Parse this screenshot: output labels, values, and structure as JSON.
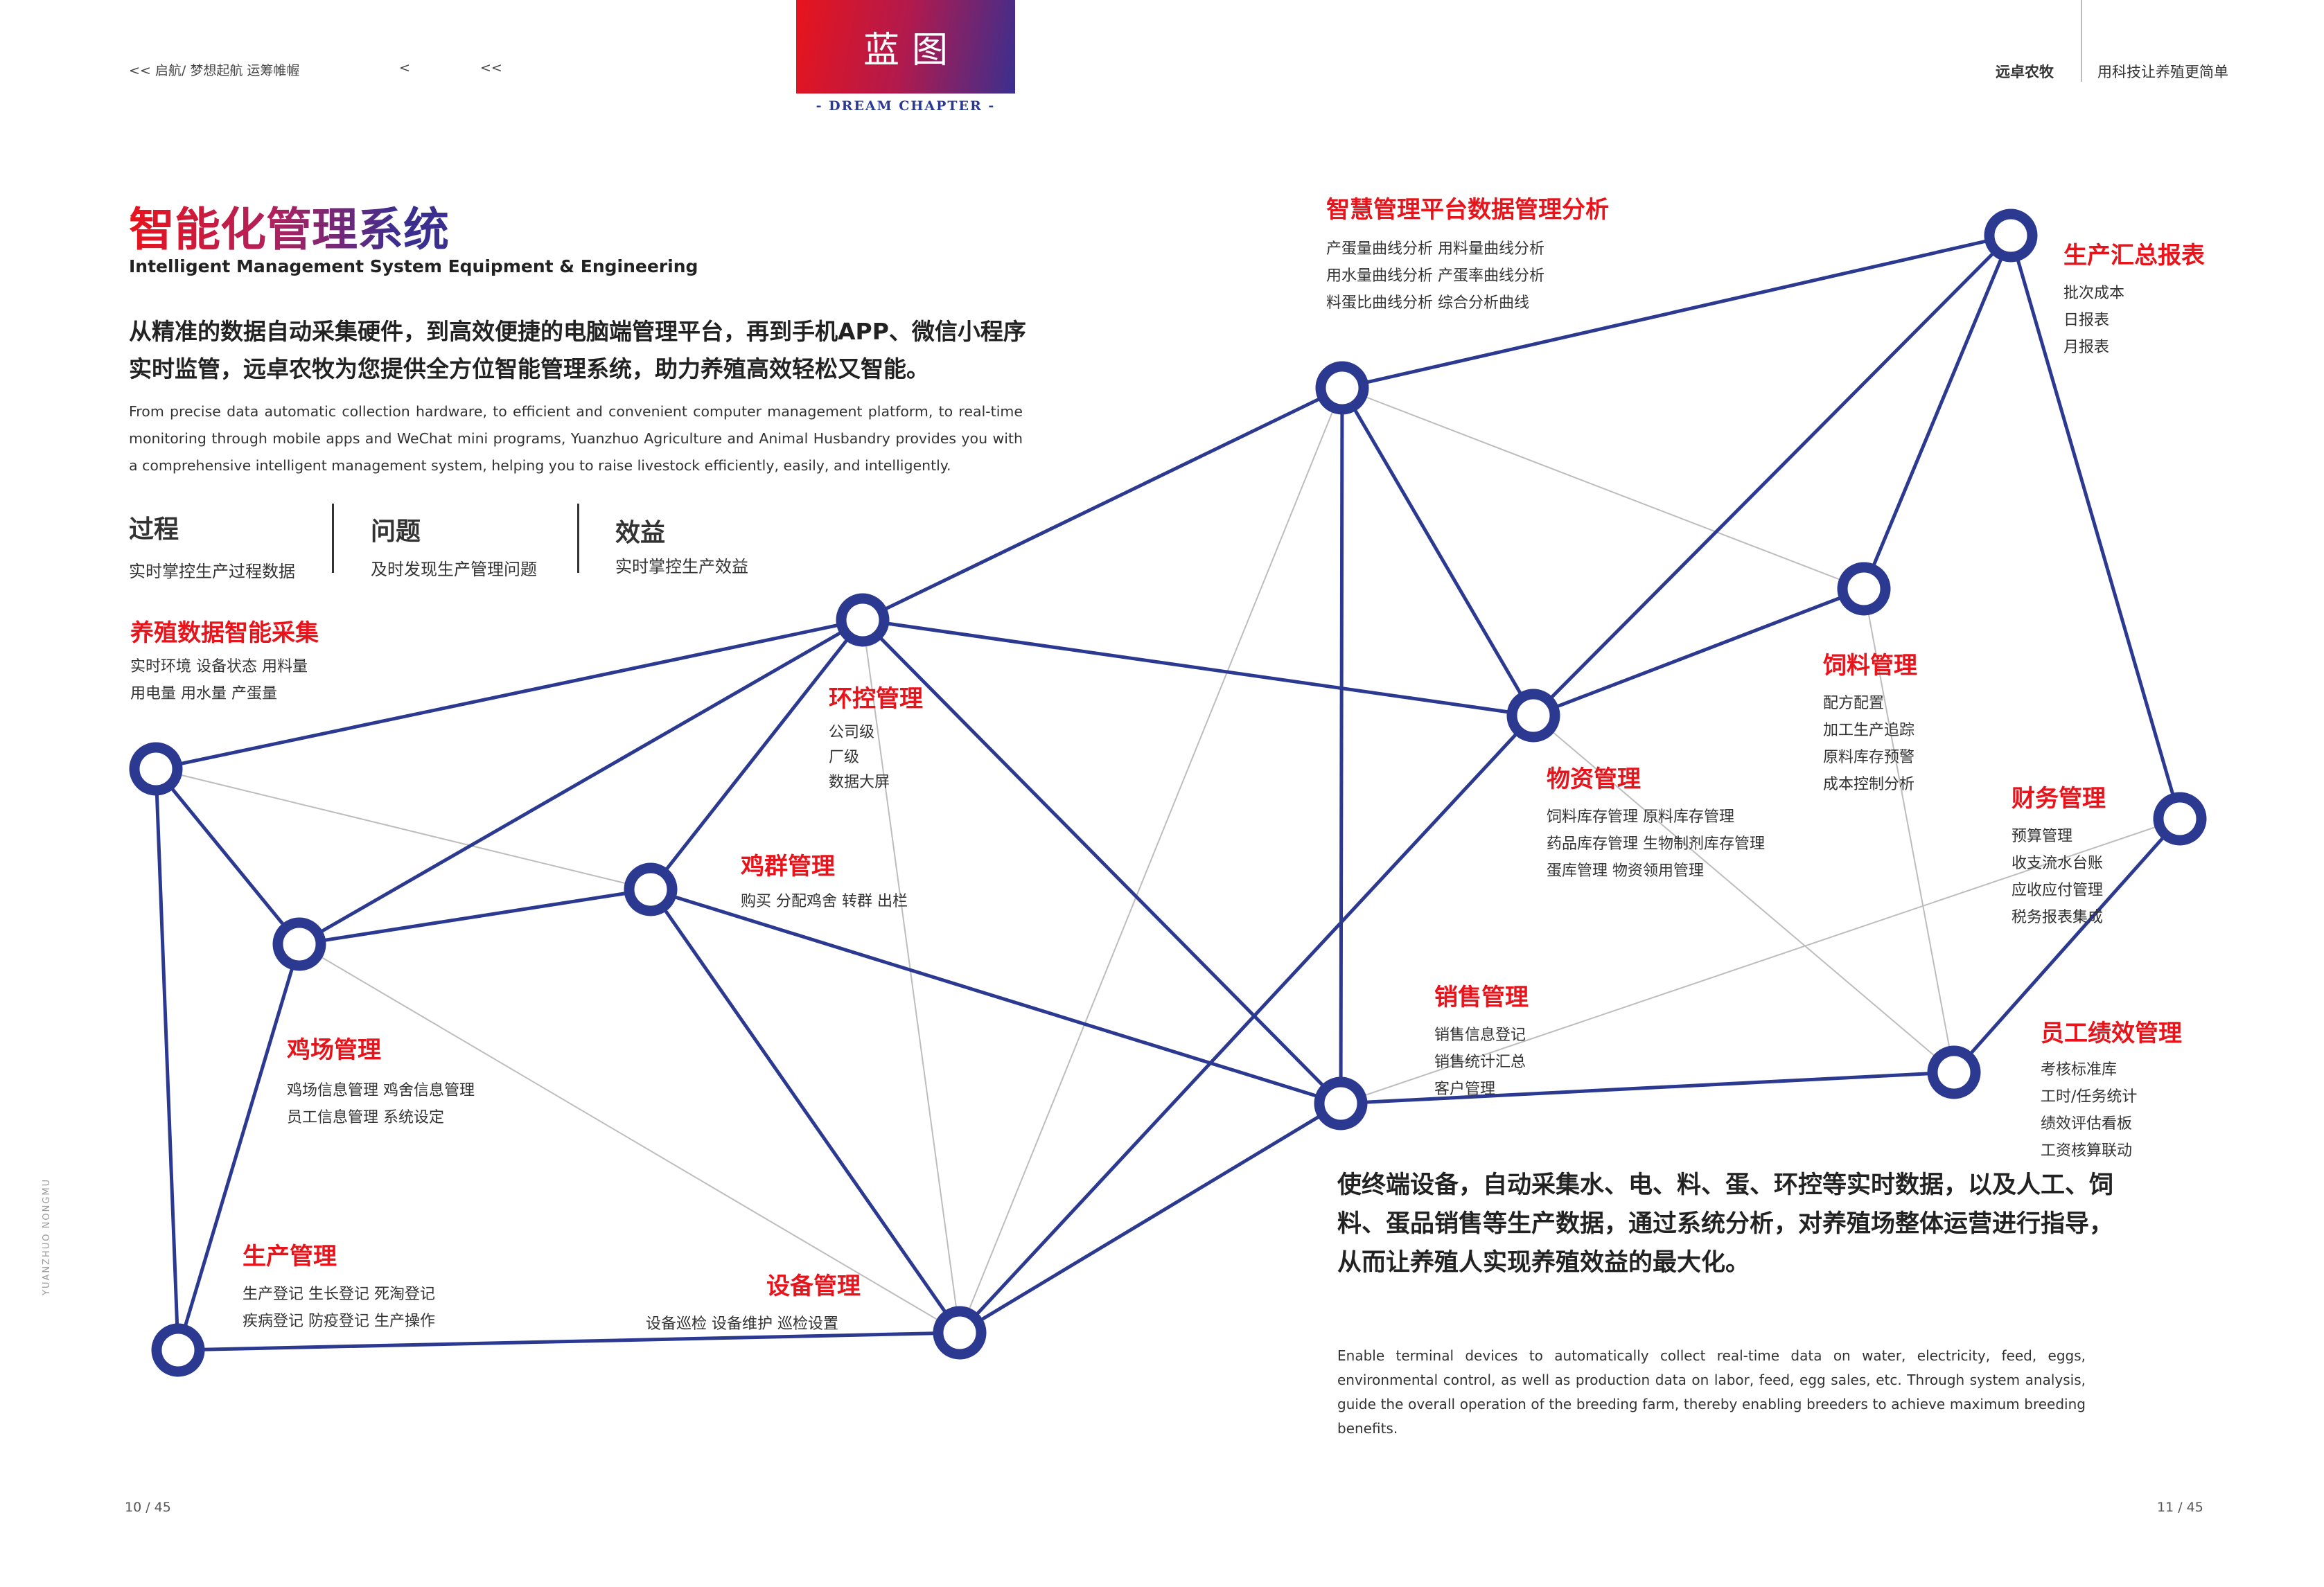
{
  "header": {
    "left_breadcrumb": "<< 启航/ 梦想起航  运筹帷幄",
    "left_marker_1": "<",
    "left_marker_2": "<<",
    "badge": "蓝图",
    "chapter_label": "- DREAM CHAPTER -",
    "brand": "远卓农牧",
    "slogan": "用科技让养殖更简单"
  },
  "colors": {
    "red": "#e8141c",
    "navy": "#2b3990",
    "gray_line": "#bbbbbb"
  },
  "title": {
    "cn": "智能化管理系统",
    "en": "Intelligent Management System Equipment & Engineering"
  },
  "intro": {
    "cn": "从精准的数据自动采集硬件，到高效便捷的电脑端管理平台，再到手机APP、微信小程序实时监管，远卓农牧为您提供全方位智能管理系统，助力养殖高效轻松又智能。",
    "en": "From precise data automatic collection hardware, to efficient and convenient computer management platform, to real-time monitoring through mobile apps and WeChat mini programs, Yuanzhuo Agriculture and Animal Husbandry provides you with a comprehensive intelligent management system, helping you to raise livestock efficiently, easily, and intelligently."
  },
  "kpis": [
    {
      "title": "过程",
      "desc": "实时掌控生产过程数据"
    },
    {
      "title": "问题",
      "desc": "及时发现生产管理问题"
    },
    {
      "title": "效益",
      "desc": "实时掌控生产效益"
    }
  ],
  "modules": [
    {
      "title": "养殖数据智能采集",
      "lines": [
        "实时环境   设备状态  用料量",
        "用电量   用水量  产蛋量"
      ]
    },
    {
      "title": "环控管理",
      "lines": [
        "公司级",
        "厂级",
        "数据大屏"
      ]
    },
    {
      "title": "鸡群管理",
      "lines": [
        "购买  分配鸡舍   转群  出栏"
      ]
    },
    {
      "title": "鸡场管理",
      "lines": [
        "鸡场信息管理    鸡舍信息管理",
        "员工信息管理    系统设定"
      ]
    },
    {
      "title": "生产管理",
      "lines": [
        "生产登记   生长登记   死淘登记",
        "疾病登记   防疫登记   生产操作"
      ]
    },
    {
      "title": "设备管理",
      "lines": [
        "设备巡检    设备维护   巡检设置"
      ]
    },
    {
      "title": "智慧管理平台数据管理分析",
      "lines": [
        "产蛋量曲线分析        用料量曲线分析",
        "用水量曲线分析        产蛋率曲线分析",
        "料蛋比曲线分析        综合分析曲线"
      ]
    },
    {
      "title": "生产汇总报表",
      "lines": [
        "批次成本",
        "日报表",
        "月报表"
      ]
    },
    {
      "title": "饲料管理",
      "lines": [
        "配方配置",
        "加工生产追踪",
        "原料库存预警",
        "成本控制分析"
      ]
    },
    {
      "title": "物资管理",
      "lines": [
        "饲料库存管理     原料库存管理",
        "药品库存管理     生物制剂库存管理",
        "蛋库管理     物资领用管理"
      ]
    },
    {
      "title": "财务管理",
      "lines": [
        "预算管理",
        "收支流水台账",
        "应收应付管理",
        "税务报表集成"
      ]
    },
    {
      "title": "销售管理",
      "lines": [
        "销售信息登记",
        "销售统计汇总",
        "客户管理"
      ]
    },
    {
      "title": "员工绩效管理",
      "lines": [
        "考核标准库",
        "工时/任务统计",
        "绩效评估看板",
        "工资核算联动"
      ]
    }
  ],
  "bottom": {
    "cn": "使终端设备，自动采集水、电、料、蛋、环控等实时数据，以及人工、饲料、蛋品销售等生产数据，通过系统分析，对养殖场整体运营进行指导，从而让养殖人实现养殖效益的最大化。",
    "en": "Enable terminal devices to automatically collect real-time data on water, electricity, feed, eggs, environmental control, as well as production data on labor, feed, egg sales, etc. Through system analysis, guide the overall operation of the breeding farm, thereby enabling breeders to achieve maximum breeding benefits."
  },
  "footer": {
    "left_page": "10 / 45",
    "right_page": "11 / 45",
    "vertical_text": "YUANZHUO NONGMU"
  }
}
